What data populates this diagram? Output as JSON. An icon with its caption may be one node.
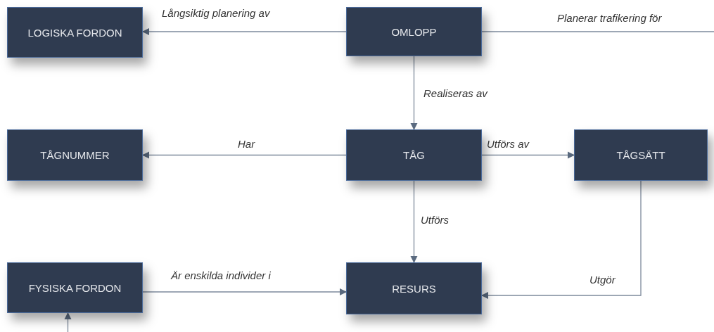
{
  "diagram": {
    "nodes": [
      {
        "text": [
          "LOGISKA FORDON"
        ]
      },
      {
        "text": [
          "OMLOPP"
        ]
      },
      {
        "text": [
          "TÅGNUMMER"
        ]
      },
      {
        "text": [
          "TÅG"
        ]
      },
      {
        "text": [
          "TÅGSÄTT"
        ]
      },
      {
        "text": [
          "FYSISKA FORDON"
        ]
      },
      {
        "text": [
          "RESURS"
        ]
      }
    ],
    "edges": [
      {
        "from": 1,
        "to": 0,
        "arrow": "to",
        "label": "Långsiktig planering av"
      },
      {
        "from": 1,
        "to": null,
        "arrow": "none",
        "label": "Planerar trafikering för"
      },
      {
        "from": 1,
        "to": 3,
        "arrow": "to",
        "label": "Realiseras av"
      },
      {
        "from": 3,
        "to": 2,
        "arrow": "to",
        "label": "Har"
      },
      {
        "from": 3,
        "to": 4,
        "arrow": "to",
        "label": "Utförs av"
      },
      {
        "from": 3,
        "to": 6,
        "arrow": "to",
        "label": "Utförs"
      },
      {
        "from": 4,
        "to": 6,
        "arrow": "to",
        "label": "Utgör"
      },
      {
        "from": 5,
        "to": 6,
        "arrow": "to",
        "label": "Är enskilda individer i"
      },
      {
        "from": null,
        "to": 5,
        "arrow": "to"
      }
    ]
  }
}
